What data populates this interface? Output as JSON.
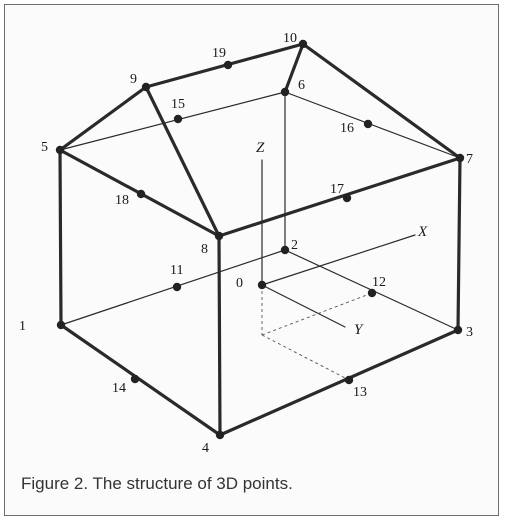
{
  "caption": "Figure 2. The structure of 3D points.",
  "axes": {
    "x": "X",
    "y": "Y",
    "z": "Z"
  },
  "points": [
    {
      "id": "0",
      "label": "0"
    },
    {
      "id": "1",
      "label": "1"
    },
    {
      "id": "2",
      "label": "2"
    },
    {
      "id": "3",
      "label": "3"
    },
    {
      "id": "4",
      "label": "4"
    },
    {
      "id": "5",
      "label": "5"
    },
    {
      "id": "6",
      "label": "6"
    },
    {
      "id": "7",
      "label": "7"
    },
    {
      "id": "8",
      "label": "8"
    },
    {
      "id": "9",
      "label": "9"
    },
    {
      "id": "10",
      "label": "10"
    },
    {
      "id": "11",
      "label": "11"
    },
    {
      "id": "12",
      "label": "12"
    },
    {
      "id": "13",
      "label": "13"
    },
    {
      "id": "14",
      "label": "14"
    },
    {
      "id": "15",
      "label": "15"
    },
    {
      "id": "16",
      "label": "16"
    },
    {
      "id": "17",
      "label": "17"
    },
    {
      "id": "18",
      "label": "18"
    },
    {
      "id": "19",
      "label": "19"
    }
  ]
}
